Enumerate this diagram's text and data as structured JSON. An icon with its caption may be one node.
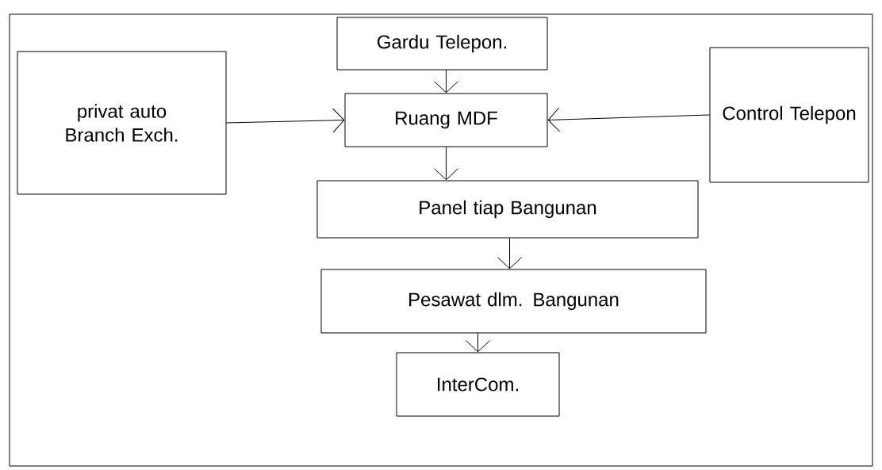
{
  "diagram": {
    "nodes": [
      {
        "text": [
          "Gardu Telepon."
        ]
      },
      {
        "text": [
          "privat auto Branch Exch."
        ]
      },
      {
        "text": [
          "Ruang MDF"
        ]
      },
      {
        "text": [
          "Control Telepon"
        ]
      },
      {
        "text": [
          "Panel tiap Bangunan"
        ]
      },
      {
        "text": [
          "Pesawat dlm. Bangunan"
        ]
      },
      {
        "text": [
          "InterCom."
        ]
      }
    ],
    "edges": [
      {
        "from": 0,
        "to": 2,
        "arrow": "to"
      },
      {
        "from": 1,
        "to": 2,
        "arrow": "to"
      },
      {
        "from": 3,
        "to": 2,
        "arrow": "to"
      },
      {
        "from": 2,
        "to": 4,
        "arrow": "to"
      },
      {
        "from": 4,
        "to": 5,
        "arrow": "to"
      },
      {
        "from": 5,
        "to": 6,
        "arrow": "to"
      }
    ]
  }
}
